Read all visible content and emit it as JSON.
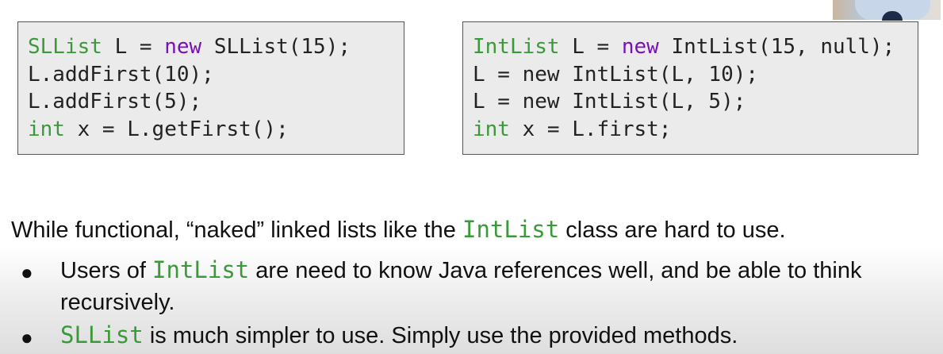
{
  "code_left": {
    "lines": [
      {
        "t1": "SLList",
        "t2": " L = ",
        "t3": "new",
        "t4": " SLList(15);"
      },
      {
        "t1": "",
        "t2": "L.addFirst(10);"
      },
      {
        "t1": "",
        "t2": "L.addFirst(5);"
      },
      {
        "t1": "int",
        "t2": " x = L.getFirst();"
      }
    ]
  },
  "code_right": {
    "lines": [
      {
        "t1": "IntList",
        "t2": " L = ",
        "t3": "new",
        "t4": " IntList(15, null);"
      },
      {
        "t1": "",
        "t2": "L = new IntList(L, 10);"
      },
      {
        "t1": "",
        "t2": "L = new IntList(L, 5);"
      },
      {
        "t1": "int",
        "t2": " x = L.first;"
      }
    ]
  },
  "body": {
    "intro_a": "While functional, “naked” linked lists like the ",
    "intro_code": "IntList",
    "intro_b": " class are hard to use.",
    "b1_a": "Users of ",
    "b1_code": "IntList",
    "b1_b": " are need to know Java references well, and be able to think",
    "b1_c": "recursively.",
    "b2_code": "SLList",
    "b2_b": " is much simpler to use. Simply use the provided methods.",
    "bullet": "●"
  }
}
